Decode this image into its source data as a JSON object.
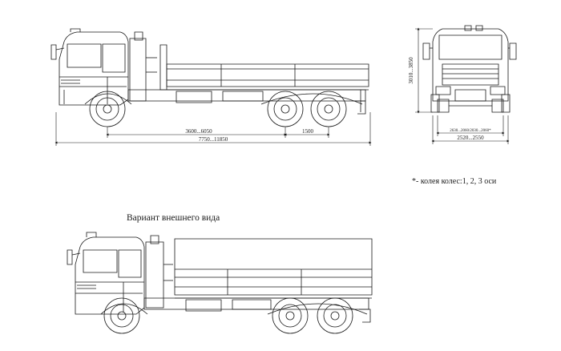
{
  "dimensions": {
    "wheelbase": "3600...6050",
    "tandem": "1500",
    "overall_length": "7750...11850",
    "height": "3010...3850",
    "track": "2630...2060/2030...2060*",
    "overall_width": "2520...2550"
  },
  "footnote": "*- колея колес:1, 2, 3 оси",
  "variant_title": "Вариант внешнего вида",
  "colors": {
    "line": "#1a1a1a",
    "background": "#ffffff"
  }
}
